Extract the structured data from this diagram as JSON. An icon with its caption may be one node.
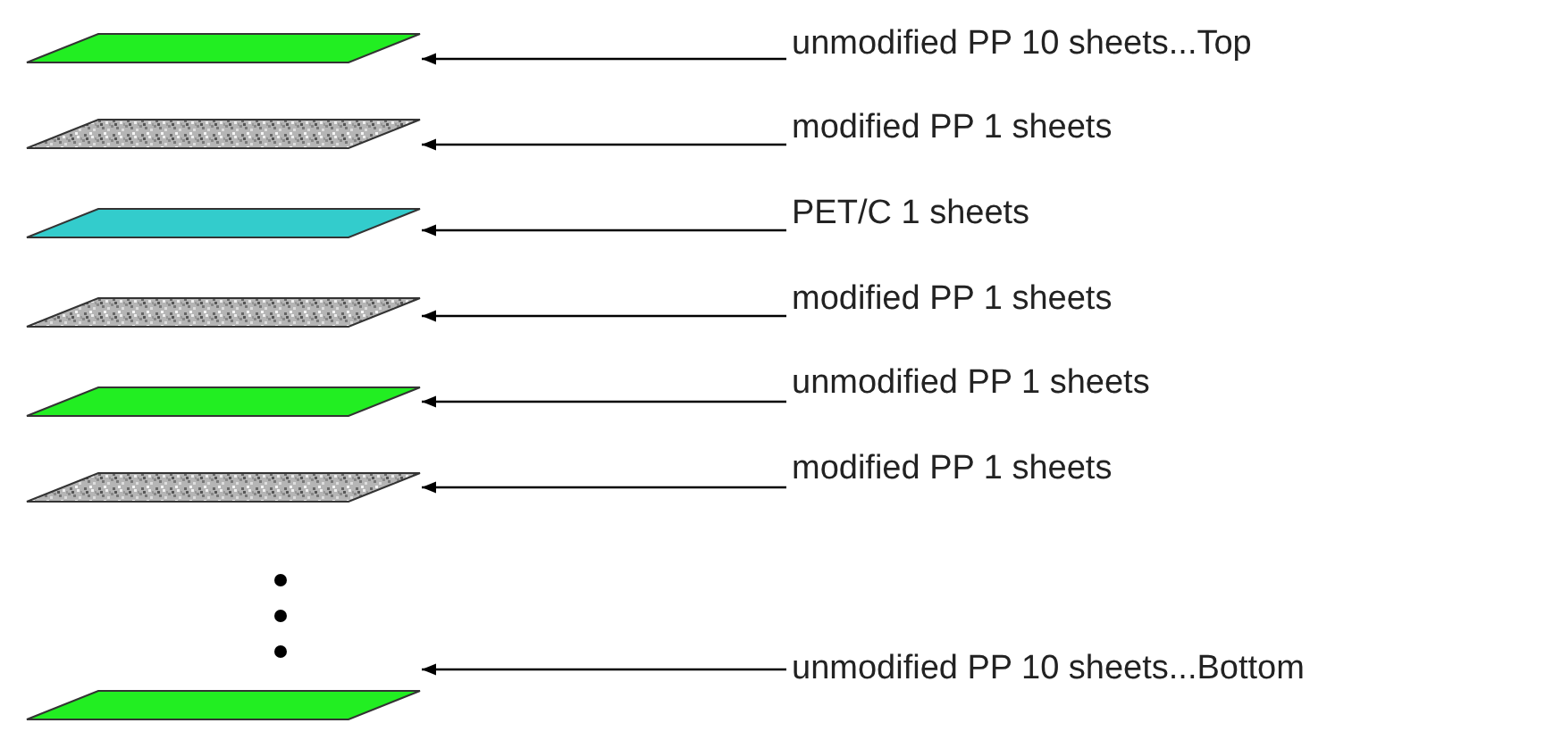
{
  "diagram": {
    "nodes": [
      {
        "text": [],
        "shape": "parallelogram"
      },
      {
        "text": [],
        "shape": "parallelogram"
      },
      {
        "text": [],
        "shape": "parallelogram"
      },
      {
        "text": [],
        "shape": "parallelogram"
      },
      {
        "text": [],
        "shape": "parallelogram"
      },
      {
        "text": [],
        "shape": "parallelogram"
      },
      {
        "text": [],
        "shape": "parallelogram"
      },
      {
        "text": [
          "unmodified PP 10 sheets...Top"
        ]
      },
      {
        "text": [
          "modified PP 1 sheets"
        ]
      },
      {
        "text": [
          "PET/C 1 sheets"
        ]
      },
      {
        "text": [
          "modified PP 1 sheets"
        ]
      },
      {
        "text": [
          "unmodified PP 1 sheets"
        ]
      },
      {
        "text": [
          "modified PP 1 sheets"
        ]
      },
      {
        "text": [
          "unmodified PP 10 sheets...Bottom"
        ]
      }
    ],
    "edges": [
      {
        "from": 7,
        "to": 0,
        "arrow": "to"
      },
      {
        "from": 8,
        "to": 1,
        "arrow": "to"
      },
      {
        "from": 9,
        "to": 2,
        "arrow": "to"
      },
      {
        "from": 10,
        "to": 3,
        "arrow": "to"
      },
      {
        "from": 11,
        "to": 4,
        "arrow": "to"
      },
      {
        "from": 12,
        "to": 5,
        "arrow": "to"
      },
      {
        "from": 13,
        "to": 6,
        "arrow": "to"
      }
    ]
  }
}
